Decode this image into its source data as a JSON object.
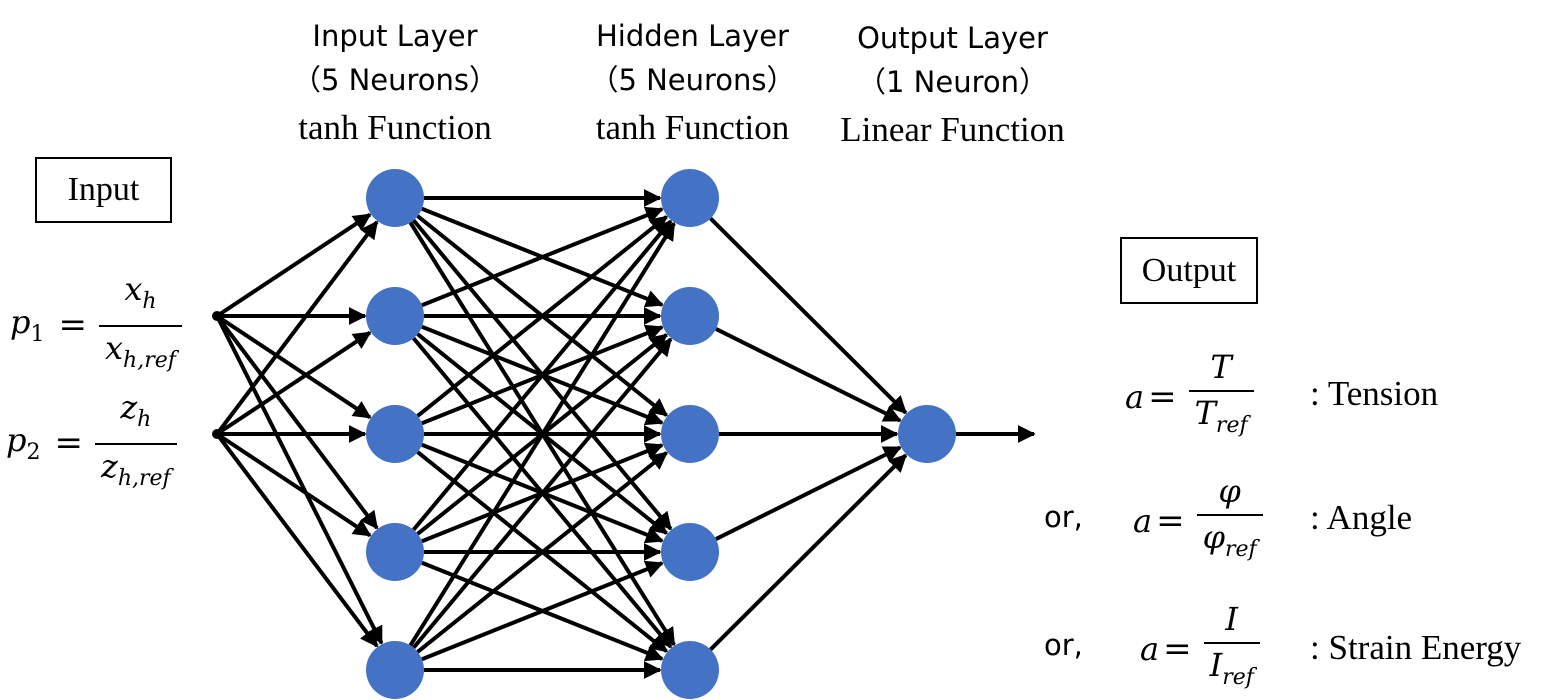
{
  "layers": [
    {
      "name": "Input Layer",
      "count_label": "（5 Neurons）",
      "activation": "tanh Function",
      "neurons": 5
    },
    {
      "name": "Hidden Layer",
      "count_label": "（5 Neurons）",
      "activation": "tanh Function",
      "neurons": 5
    },
    {
      "name": "Output Layer",
      "count_label": "（1 Neuron）",
      "activation": "Linear Function",
      "neurons": 1
    }
  ],
  "input_box_label": "Input",
  "output_box_label": "Output",
  "inputs": [
    {
      "lhs": "p",
      "lhs_sub": "1",
      "num": "x",
      "num_sub": "h",
      "den": "x",
      "den_sub": "h,ref"
    },
    {
      "lhs": "p",
      "lhs_sub": "2",
      "num": "z",
      "num_sub": "h",
      "den": "z",
      "den_sub": "h,ref"
    }
  ],
  "outputs": [
    {
      "prefix": "",
      "lhs": "a",
      "num": "T",
      "den": "T",
      "den_sub": "ref",
      "desc": ": Tension"
    },
    {
      "prefix": "or,",
      "lhs": "a",
      "num": "φ",
      "den": "φ",
      "den_sub": "ref",
      "desc": ": Angle"
    },
    {
      "prefix": "or,",
      "lhs": "a",
      "num": "I",
      "den": "I",
      "den_sub": "ref",
      "desc": ": Strain Energy"
    }
  ],
  "equals_sign": "=",
  "colors": {
    "neuron": "#4472C4",
    "edge": "#000000"
  }
}
